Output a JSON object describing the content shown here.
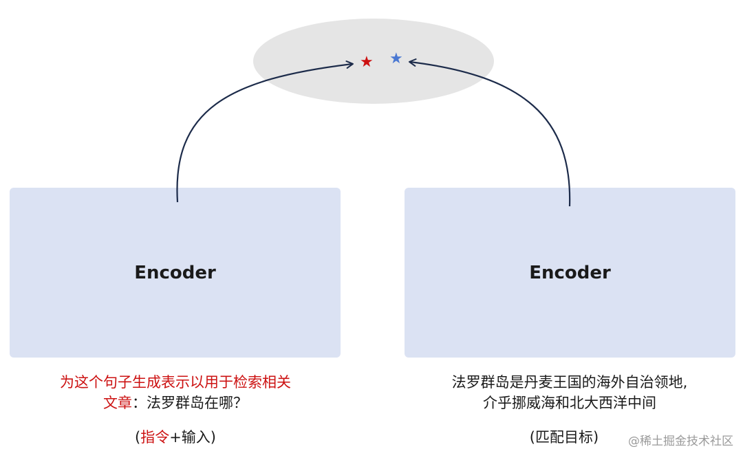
{
  "left": {
    "encoder_label": "Encoder",
    "instruction_line1": "为这个句子生成表示以用于检索相关",
    "instruction_line2_red": "文章",
    "input_line2": "：法罗群岛在哪？",
    "tag_open": "(",
    "tag_instruction": "指令",
    "tag_rest": "+输入)"
  },
  "right": {
    "encoder_label": "Encoder",
    "target_line1": "法罗群岛是丹麦王国的海外自治领地,",
    "target_line2": "介乎挪威海和北大西洋中间",
    "tag": "(匹配目标)"
  },
  "watermark": "@稀土掘金技术社区",
  "colors": {
    "instruction": "#cc1111",
    "star_query": "#cc1111",
    "star_target": "#4a78d2",
    "encoder_box": "#dbe2f3",
    "embedding_space": "#e5e5e5",
    "arrow": "#1c2b4a"
  }
}
